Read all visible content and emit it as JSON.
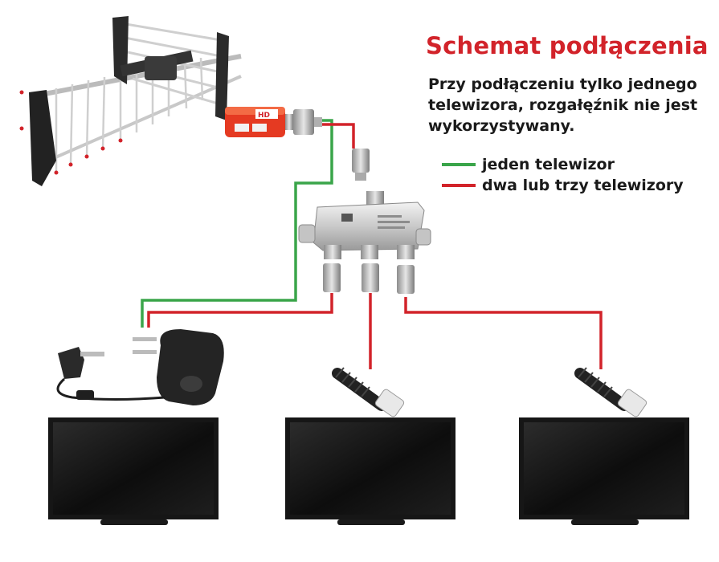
{
  "title": "Schemat podłączenia",
  "description_lines": [
    "Przy podłączeniu tylko jednego",
    "telewizora, rozgałęźnik nie jest",
    "wykorzystywany."
  ],
  "legend": [
    {
      "label": "jeden telewizor",
      "color": "#3aa54a"
    },
    {
      "label": "dwa lub trzy telewizory",
      "color": "#d2232a"
    }
  ],
  "colors": {
    "title": "#d2232a",
    "green_cable": "#3aa54a",
    "red_cable": "#d2232a"
  },
  "components": [
    {
      "name": "antenna",
      "icon": "tv-antenna-icon"
    },
    {
      "name": "amplifier",
      "icon": "antenna-amplifier-icon",
      "label": "HD"
    },
    {
      "name": "splitter",
      "icon": "splitter-icon"
    },
    {
      "name": "power-supply",
      "icon": "power-adapter-icon"
    },
    {
      "name": "tv",
      "icon": "tv-icon",
      "count": 3
    }
  ]
}
